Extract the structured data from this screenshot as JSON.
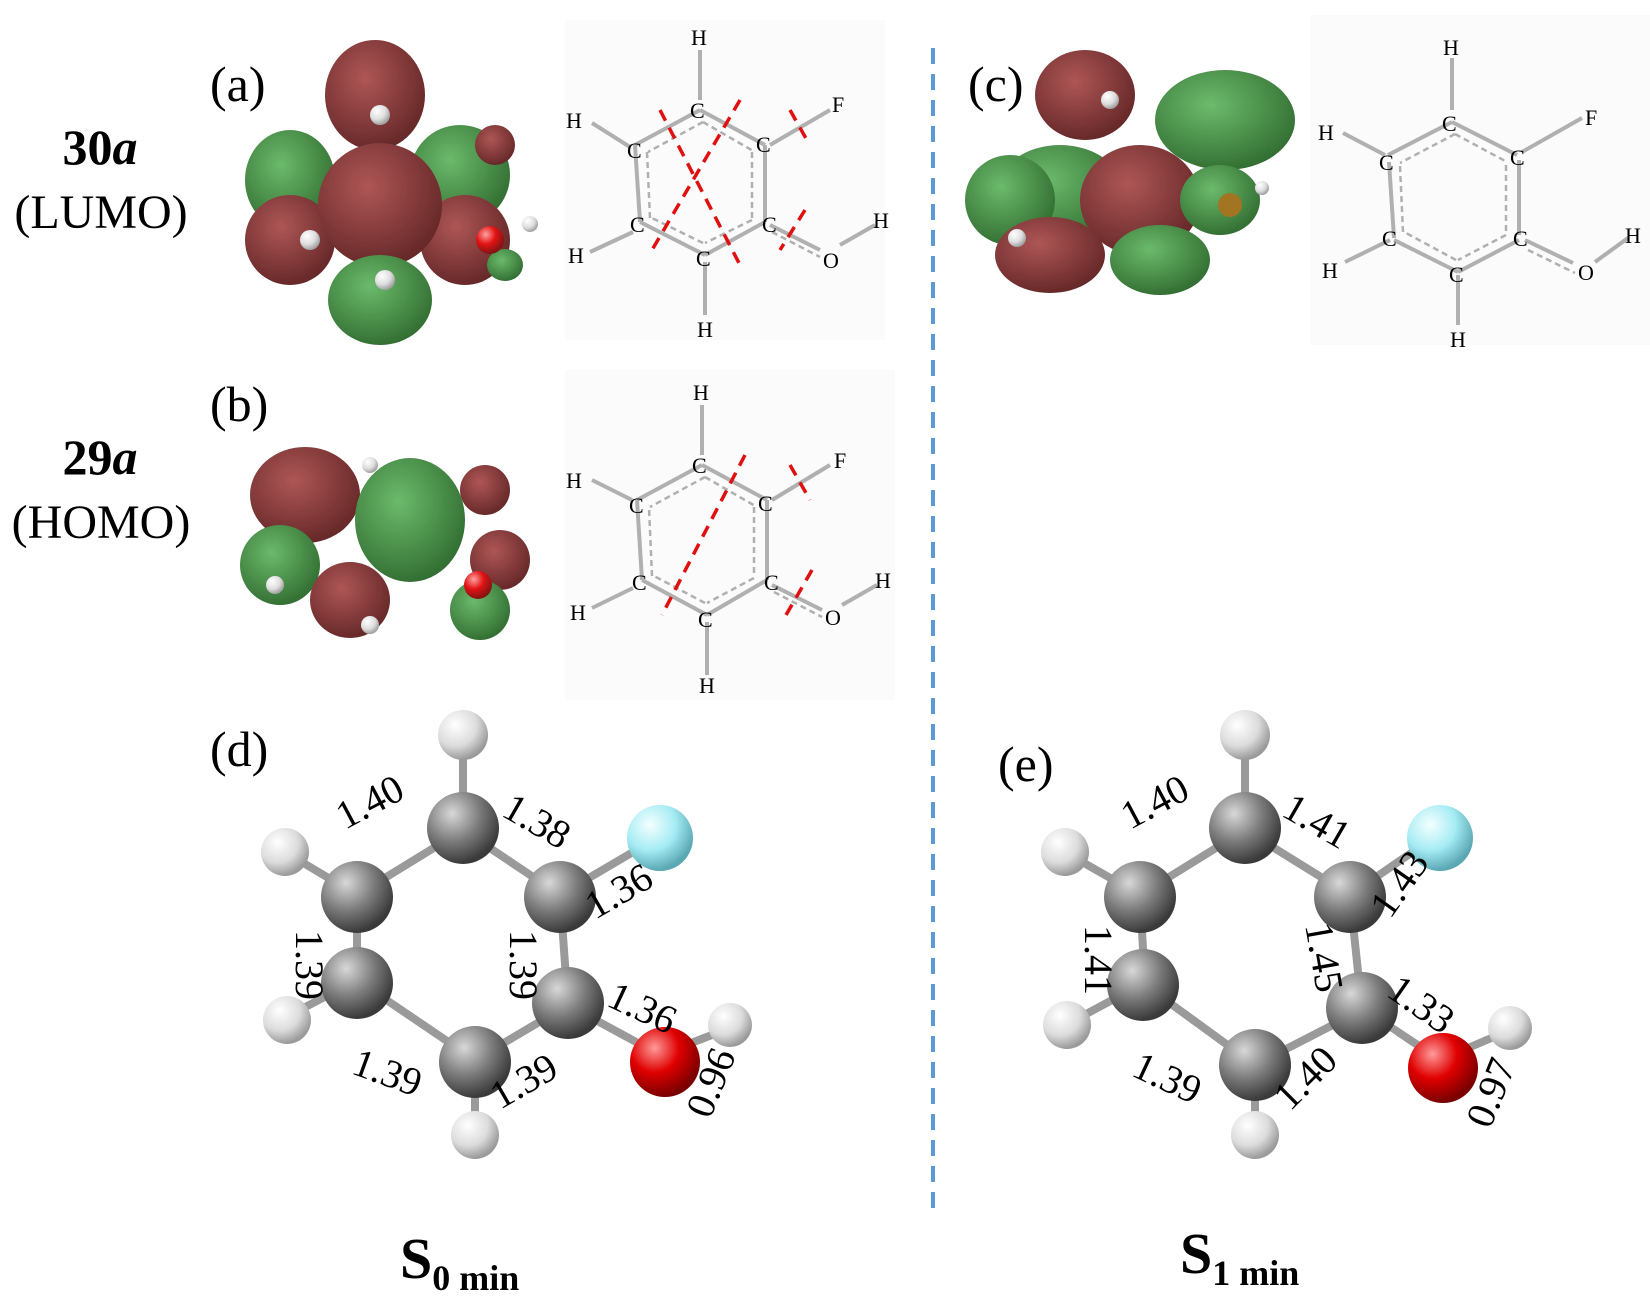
{
  "labels": {
    "a": "(a)",
    "b": "(b)",
    "c": "(c)",
    "d": "(d)",
    "e": "(e)"
  },
  "orbitals": {
    "lumo": {
      "number": "30",
      "sym": "a",
      "type": "(LUMO)"
    },
    "homo": {
      "number": "29",
      "sym": "a",
      "type": "(HOMO)"
    }
  },
  "structure_atoms": {
    "C": "C",
    "H": "H",
    "F": "F",
    "O": "O"
  },
  "states": {
    "s0": {
      "main": "S",
      "sub": "0 min"
    },
    "s1": {
      "main": "S",
      "sub": "1 min"
    }
  },
  "bond_lengths": {
    "s0": [
      "1.40",
      "1.38",
      "1.36",
      "1.39",
      "1.39",
      "1.36",
      "1.39",
      "1.39",
      "0.96"
    ],
    "s1": [
      "1.40",
      "1.41",
      "1.43",
      "1.41",
      "1.45",
      "1.33",
      "1.39",
      "1.40",
      "0.97"
    ]
  },
  "colors": {
    "positive_lobe": "#3a8a3a",
    "negative_lobe": "#7a2020",
    "nodal_line": "#e01010",
    "divider": "#5b9bd5",
    "carbon": "#7a7a7a",
    "hydrogen": "#e8e8e8",
    "oxygen": "#d00000",
    "fluorine": "#9fe6f0"
  }
}
